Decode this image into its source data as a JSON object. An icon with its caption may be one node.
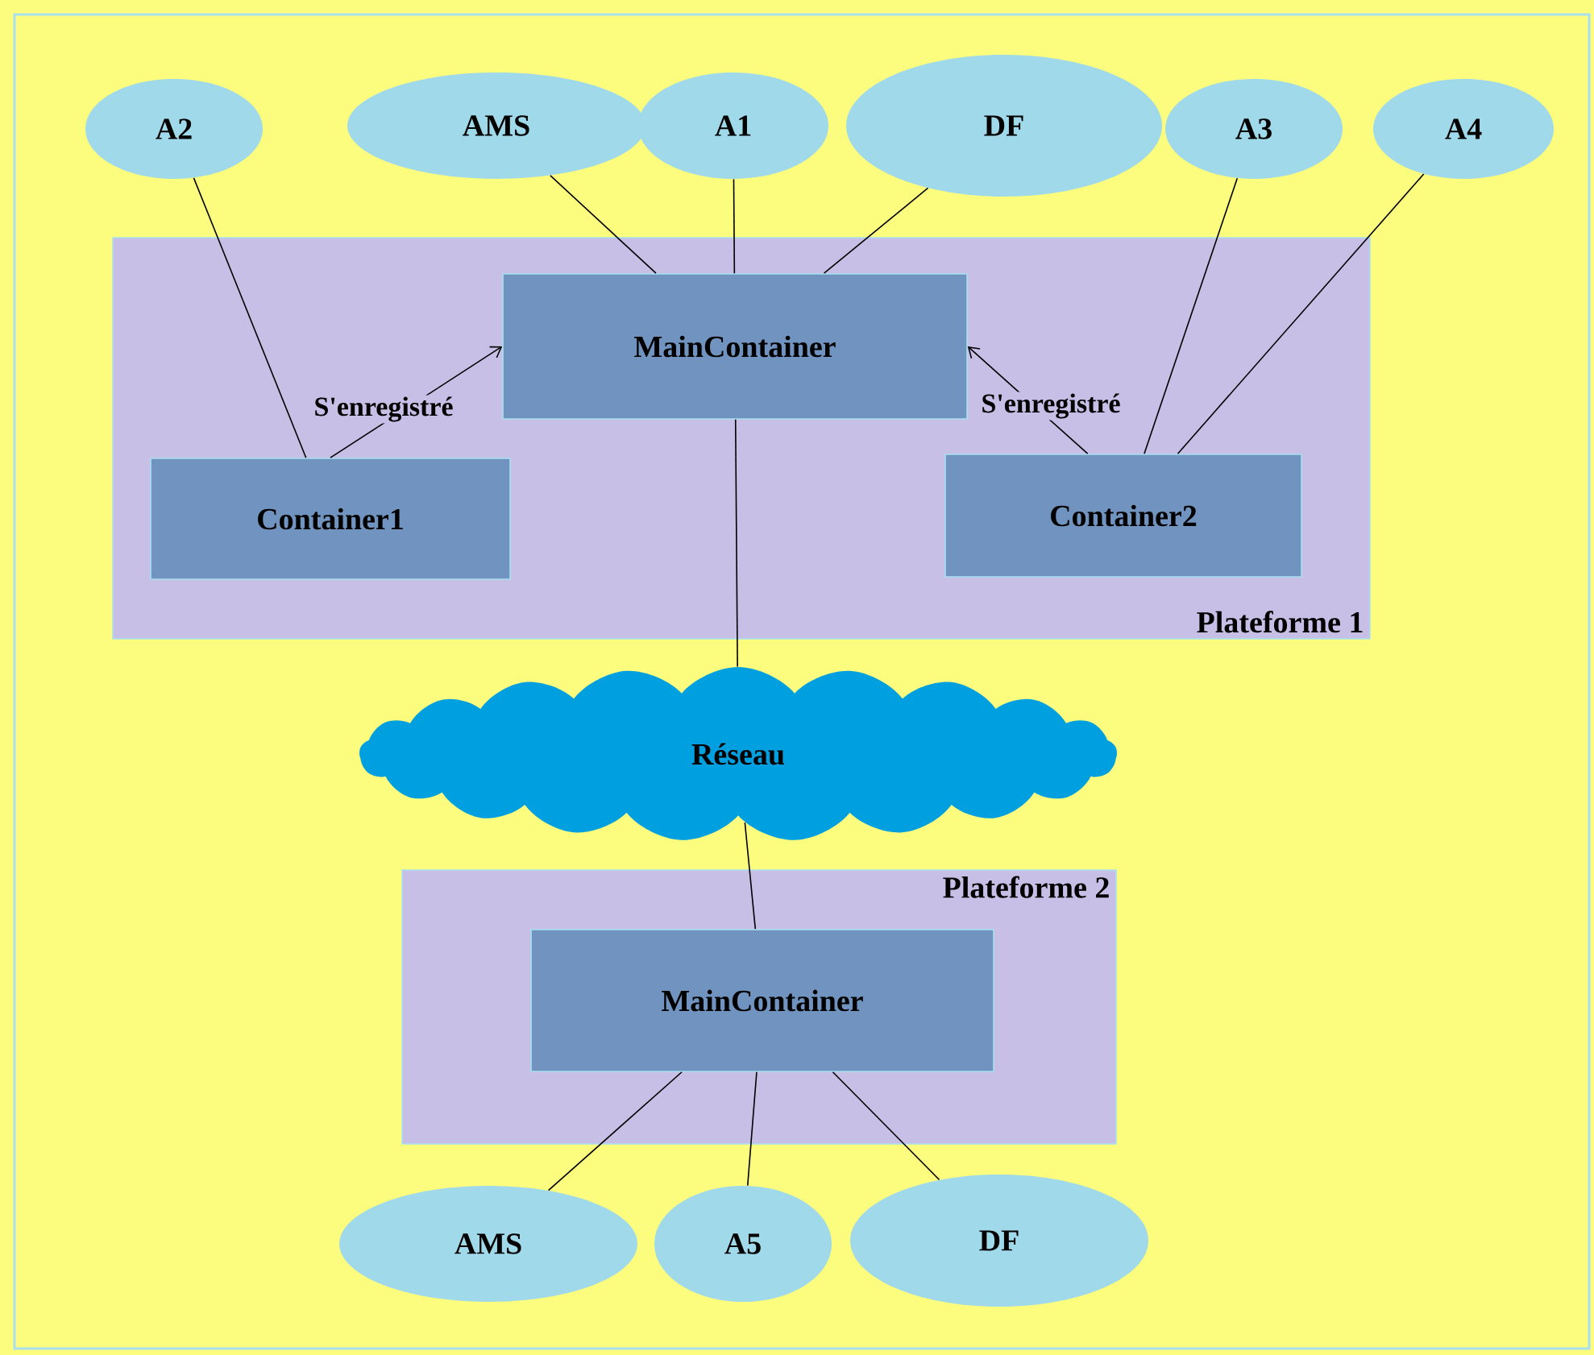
{
  "diagram": {
    "nodes": [
      {
        "text": [
          "A2"
        ]
      },
      {
        "text": [
          "AMS"
        ]
      },
      {
        "text": [
          "A1"
        ]
      },
      {
        "text": [
          "DF"
        ]
      },
      {
        "text": [
          "A3"
        ]
      },
      {
        "text": [
          "A4"
        ]
      },
      {
        "text": [
          "Plateforme 1"
        ]
      },
      {
        "text": [
          "MainContainer"
        ],
        "in": 6
      },
      {
        "text": [
          "Container1"
        ],
        "in": 6
      },
      {
        "text": [
          "Container2"
        ],
        "in": 6
      },
      {
        "text": [
          "Réseau"
        ]
      },
      {
        "text": [
          "Plateforme 2"
        ]
      },
      {
        "text": [
          "MainContainer"
        ],
        "in": 11
      },
      {
        "text": [
          "AMS"
        ]
      },
      {
        "text": [
          "A5"
        ]
      },
      {
        "text": [
          "DF"
        ]
      }
    ],
    "edges": [
      {
        "from": 0,
        "to": 8,
        "arrow": "none"
      },
      {
        "from": 1,
        "to": 7,
        "arrow": "none"
      },
      {
        "from": 2,
        "to": 7,
        "arrow": "none"
      },
      {
        "from": 3,
        "to": 7,
        "arrow": "none"
      },
      {
        "from": 4,
        "to": 9,
        "arrow": "none"
      },
      {
        "from": 5,
        "to": 9,
        "arrow": "none"
      },
      {
        "from": 8,
        "to": 7,
        "arrow": "to",
        "label": "S'enregistré"
      },
      {
        "from": 9,
        "to": 7,
        "arrow": "to",
        "label": "S'enregistré"
      },
      {
        "from": 7,
        "to": 10,
        "arrow": "none"
      },
      {
        "from": 10,
        "to": 12,
        "arrow": "none"
      },
      {
        "from": 12,
        "to": 13,
        "arrow": "none"
      },
      {
        "from": 12,
        "to": 14,
        "arrow": "none"
      },
      {
        "from": 12,
        "to": 15,
        "arrow": "none"
      }
    ]
  }
}
